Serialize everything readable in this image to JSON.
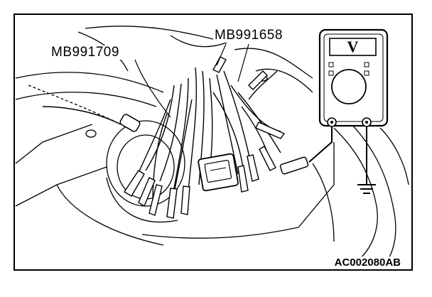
{
  "labels": {
    "tool_left": "MB991709",
    "tool_right": "MB991658"
  },
  "meter": {
    "mode_symbol": "V"
  },
  "figure_id": "AC002080AB",
  "icons": [
    "voltmeter-icon",
    "ground-symbol-icon",
    "alligator-clip-icon",
    "connector-icon"
  ],
  "colors": {
    "ink": "#000000",
    "paper": "#ffffff"
  }
}
